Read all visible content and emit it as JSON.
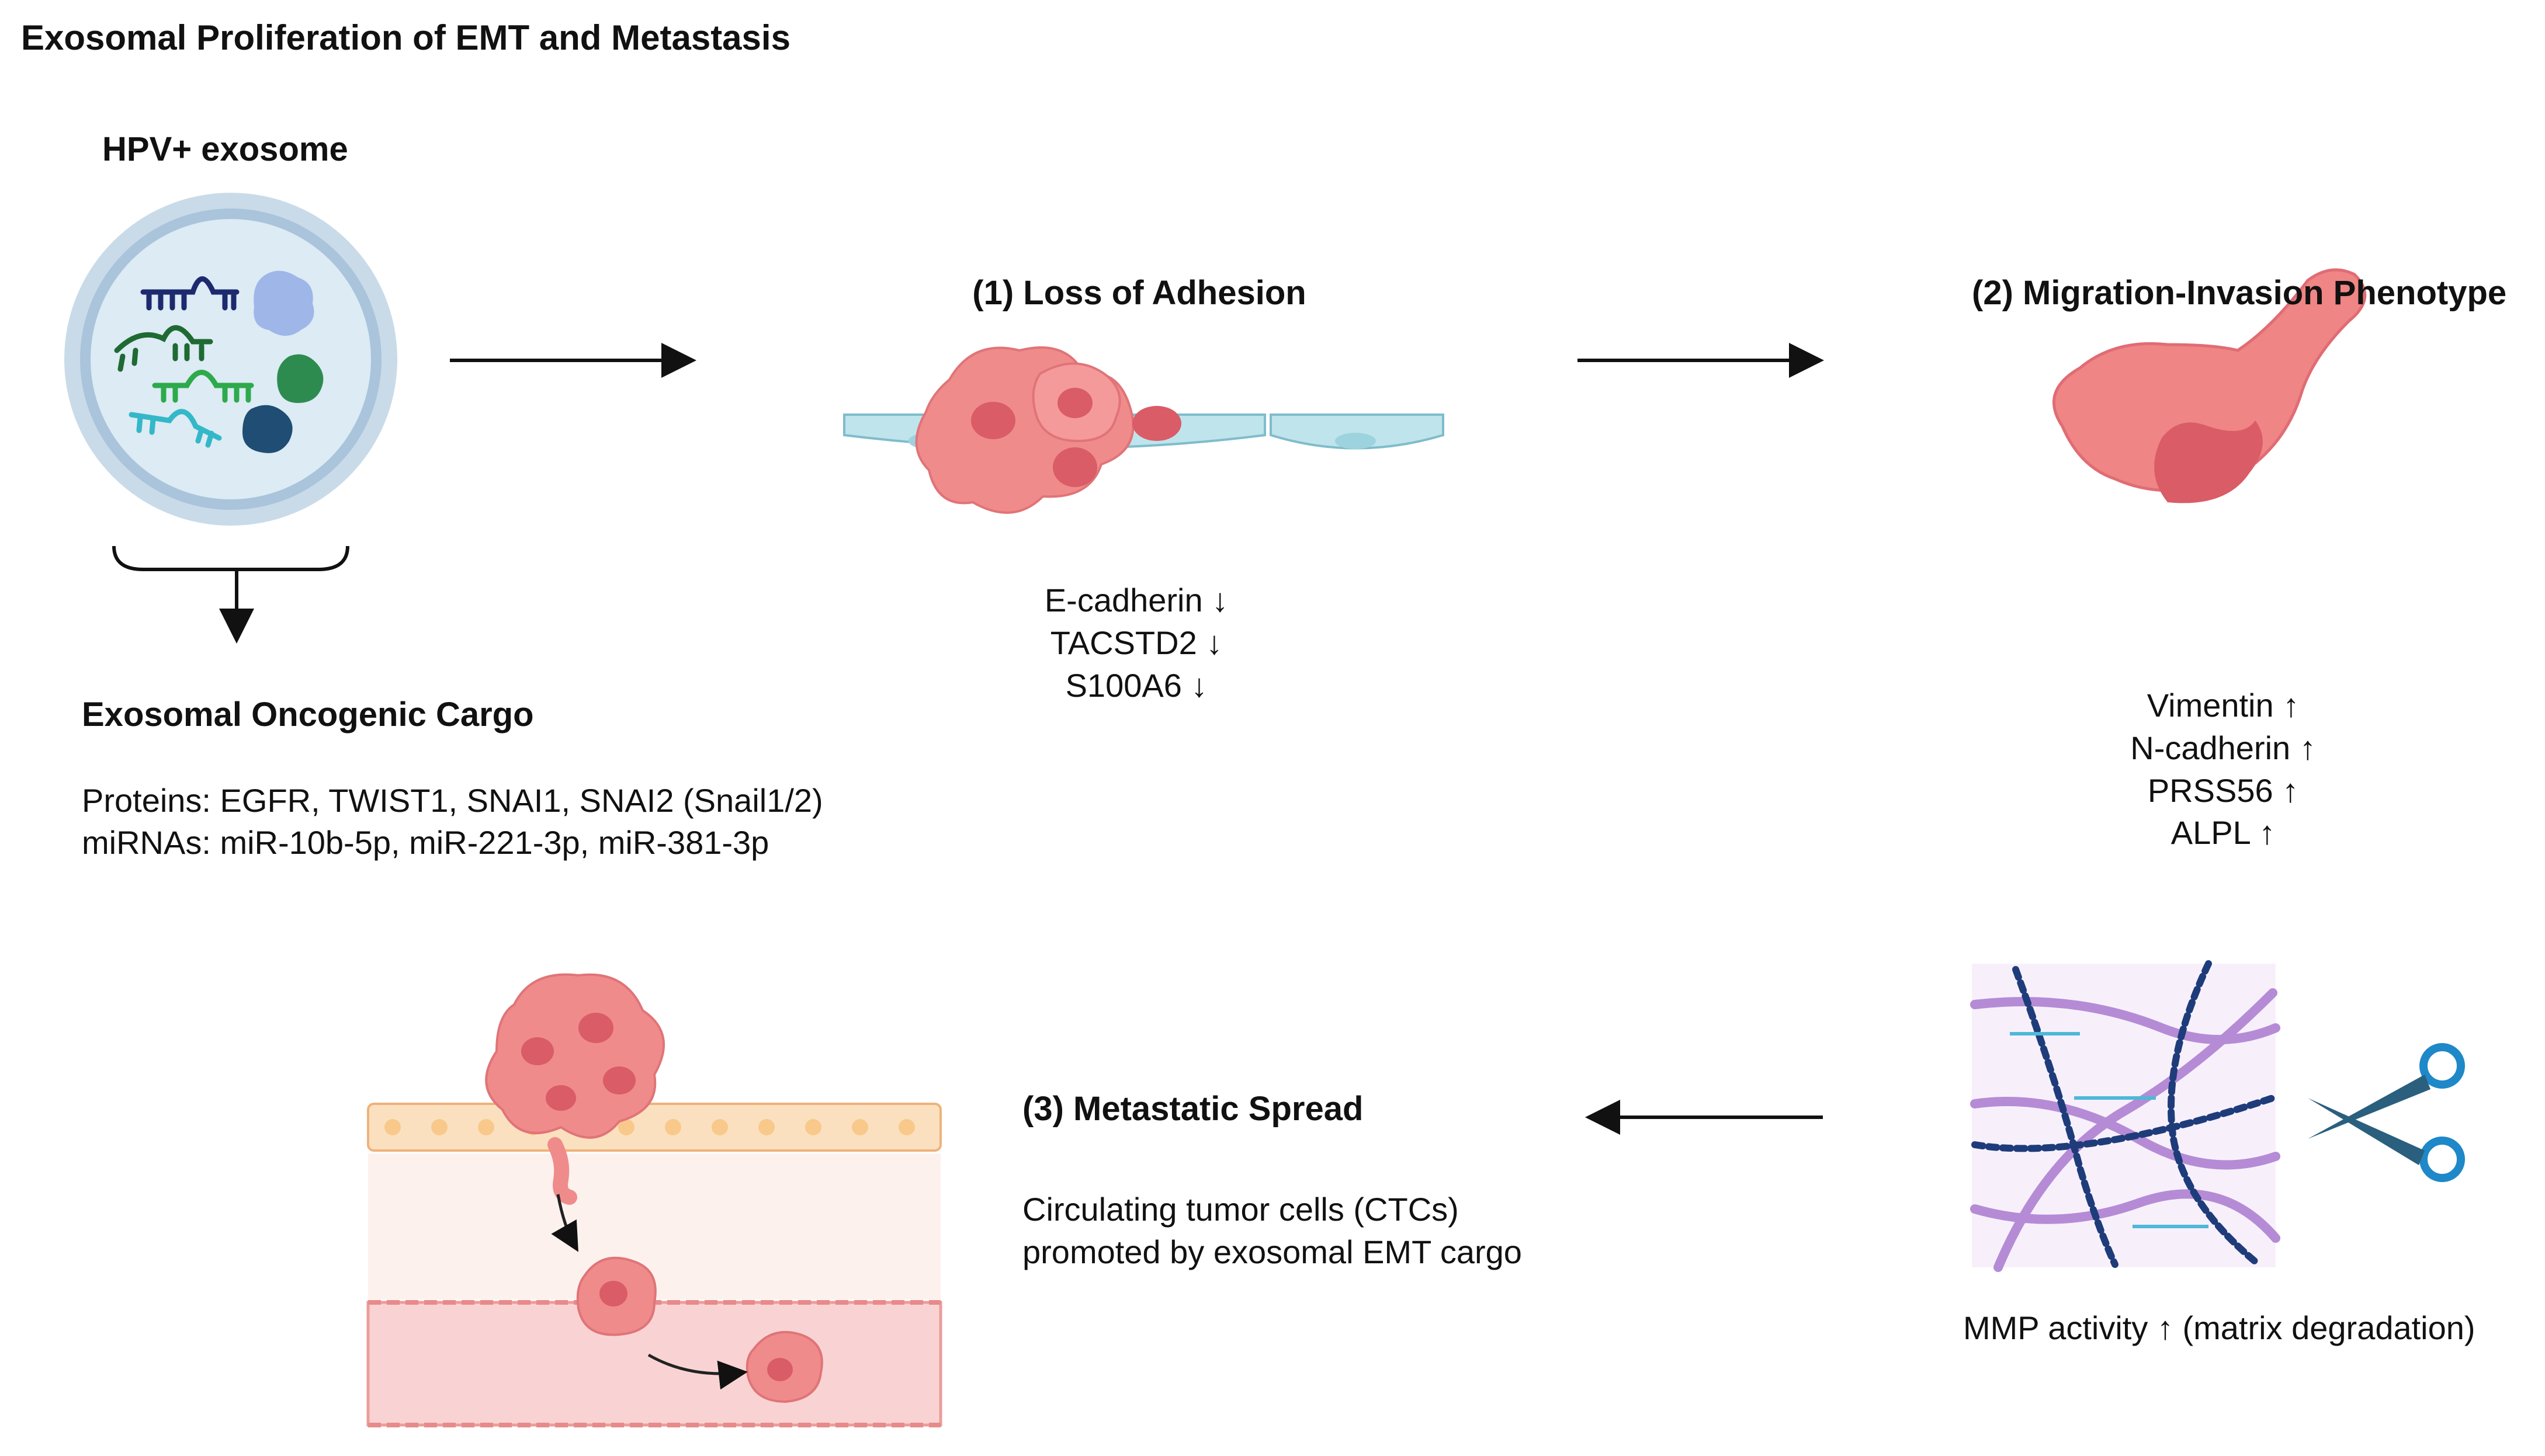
{
  "title": "Exosomal Proliferation of EMT and Metastasis",
  "exosome": {
    "label": "HPV+ exosome"
  },
  "cargo": {
    "heading": "Exosomal Oncogenic Cargo",
    "proteins": "Proteins: EGFR, TWIST1, SNAI1, SNAI2 (Snail1/2)",
    "mirnas": "miRNAs: miR-10b-5p, miR-221-3p, miR-381-3p"
  },
  "step1": {
    "heading": "(1) Loss of Adhesion",
    "markers": [
      "E-cadherin ↓",
      "TACSTD2 ↓",
      "S100A6 ↓"
    ]
  },
  "step2": {
    "heading": "(2) Migration-Invasion Phenotype",
    "markers": [
      "Vimentin ↑",
      "N-cadherin ↑",
      "PRSS56 ↑",
      "ALPL ↑"
    ]
  },
  "mmp": {
    "caption": "MMP activity ↑ (matrix degradation)"
  },
  "step3": {
    "heading": "(3) Metastatic Spread",
    "line1": "Circulating tumor cells (CTCs)",
    "line2": "promoted by exosomal EMT cargo"
  },
  "colors": {
    "tumor": "#f08b8b",
    "tumor_dark": "#d95c66",
    "epithelium": "#bfe4ec",
    "membrane": "#a9bdd6",
    "scissors": "#1e88c8"
  }
}
